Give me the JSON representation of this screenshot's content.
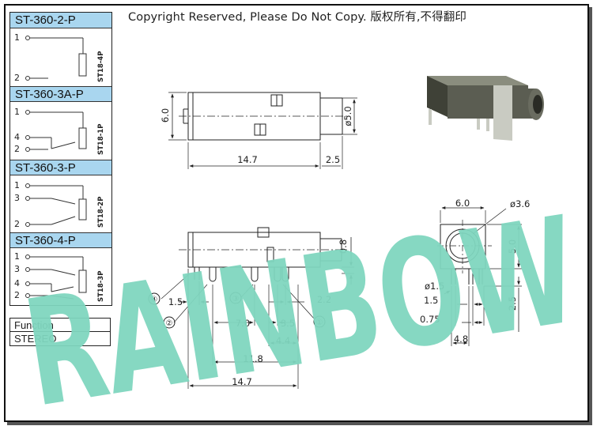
{
  "copyright": "Copyright Reserved, Please Do Not Copy. 版权所有,不得翻印",
  "watermark": "RAINBOW",
  "models": [
    {
      "name": "ST-360-2-P",
      "code": "ST18-4P",
      "pins": [
        "1",
        "2"
      ]
    },
    {
      "name": "ST-360-3A-P",
      "code": "ST18-1P",
      "pins": [
        "1",
        "4",
        "2"
      ]
    },
    {
      "name": "ST-360-3-P",
      "code": "ST18-2P",
      "pins": [
        "1",
        "3",
        "2"
      ]
    },
    {
      "name": "ST-360-4-P",
      "code": "ST18-3P",
      "pins": [
        "1",
        "3",
        "4",
        "2"
      ]
    }
  ],
  "function_label": "Function",
  "function_value": "STEREO",
  "dims": {
    "top_height": "6.0",
    "top_diameter": "ø5.0",
    "top_length": "14.7",
    "top_nose": "2.5",
    "side_08": "0.8",
    "side_15": "1.5",
    "side_70": "7.0",
    "side_35": "3.5",
    "side_22": "2.2",
    "side_44": "4.4",
    "side_118": "11.8",
    "side_147": "14.7",
    "front_60": "6.0",
    "front_d36": "ø3.6",
    "front_50": "5.0",
    "front_d15": "ø1.5",
    "front_15": "1.5",
    "front_075": "0.75",
    "front_25": "2.5",
    "front_48": "4.8"
  },
  "callouts": [
    "①",
    "②",
    "③",
    "④"
  ],
  "colors": {
    "watermark": "#7fd6bf",
    "model_bar": "#a9d6ef",
    "body_dark": "#5b5d52"
  }
}
